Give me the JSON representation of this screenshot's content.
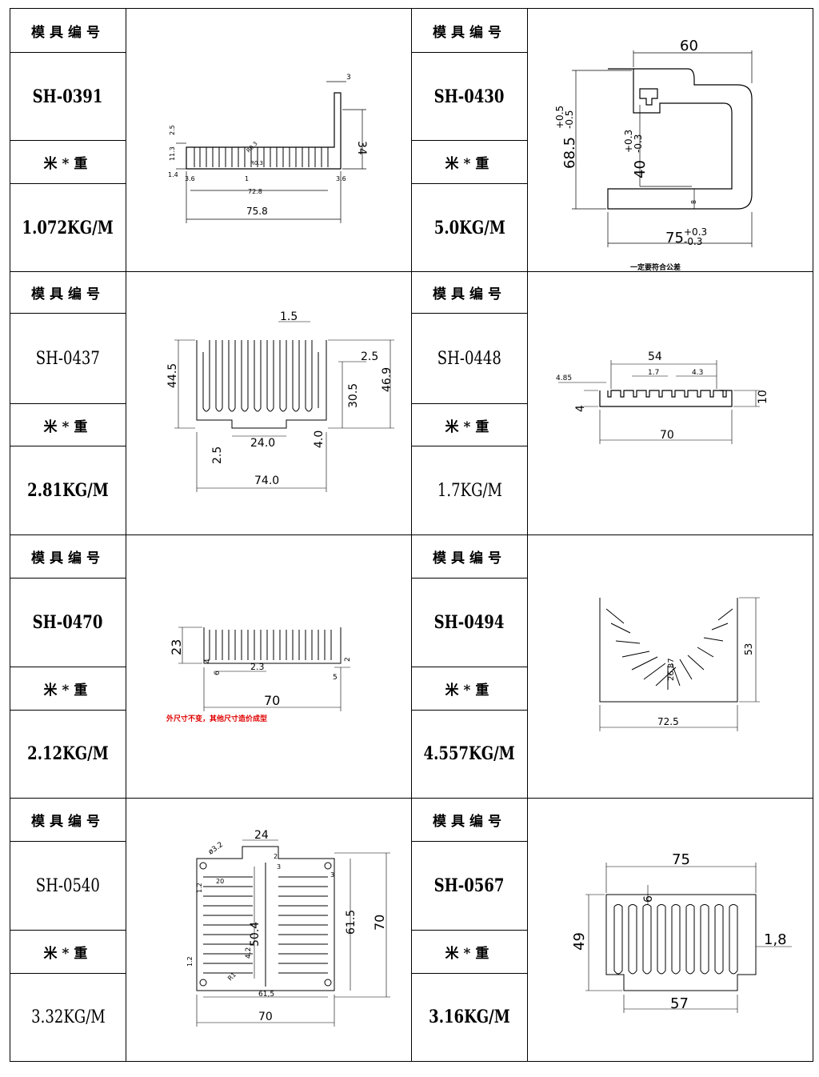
{
  "header_label": "模具编号",
  "weight_label": "米*重",
  "products": [
    {
      "code": "SH-0391",
      "weight": "1.072KG/M",
      "dims": {
        "a": "3",
        "b": "34",
        "c": "2.5",
        "d": "11.3",
        "e": "1.4",
        "f": "3.6",
        "g": "1",
        "h": "72.8",
        "i": "75.8",
        "j": "3.6",
        "k": "R0.3",
        "l": "R0.3"
      }
    },
    {
      "code": "SH-0430",
      "weight": "5.0KG/M",
      "note": "一定要符合公差",
      "dims": {
        "a": "60",
        "b": "68.5",
        "b_tol_up": "+0.5",
        "b_tol_dn": "-0.5",
        "c": "40",
        "c_tol_up": "+0.3",
        "c_tol_dn": "-0.3",
        "d": "8",
        "e": "75",
        "e_tol_up": "+0.3",
        "e_tol_dn": "-0.3"
      }
    },
    {
      "code": "SH-0437",
      "weight": "2.81KG/M",
      "dims": {
        "a": "1.5",
        "b": "44.5",
        "c": "2.5",
        "d": "46.9",
        "e": "30.5",
        "f": "24.0",
        "g": "2.5",
        "h": "4.0",
        "i": "74.0"
      }
    },
    {
      "code": "SH-0448",
      "weight": "1.7KG/M",
      "dims": {
        "a": "54",
        "b": "4.85",
        "c": "1.7",
        "d": "4.3",
        "e": "4",
        "f": "10",
        "g": "70"
      }
    },
    {
      "code": "SH-0470",
      "weight": "2.12KG/M",
      "note": "外尺寸不变，其他尺寸造价成型",
      "dims": {
        "a": "23",
        "b": "4",
        "c": "6",
        "d": "2.3",
        "e": "2",
        "f": "5",
        "g": "70"
      }
    },
    {
      "code": "SH-0494",
      "weight": "4.557KG/M",
      "dims": {
        "a": "53",
        "b": "72.5",
        "c": "26.87"
      }
    },
    {
      "code": "SH-0540",
      "weight": "3.32KG/M",
      "dims": {
        "a": "24",
        "b": "ø3.2",
        "c": "1.2",
        "d": "2",
        "e": "20",
        "f": "50.4",
        "g": "4.2",
        "h": "1.2",
        "i": "R1",
        "j": "61.5",
        "k": "70",
        "l": "61,5",
        "m": "70",
        "n": "3",
        "o": "3"
      }
    },
    {
      "code": "SH-0567",
      "weight": "3.16KG/M",
      "dims": {
        "a": "75",
        "b": "6",
        "c": "49",
        "d": "1,8",
        "e": "57"
      }
    }
  ]
}
